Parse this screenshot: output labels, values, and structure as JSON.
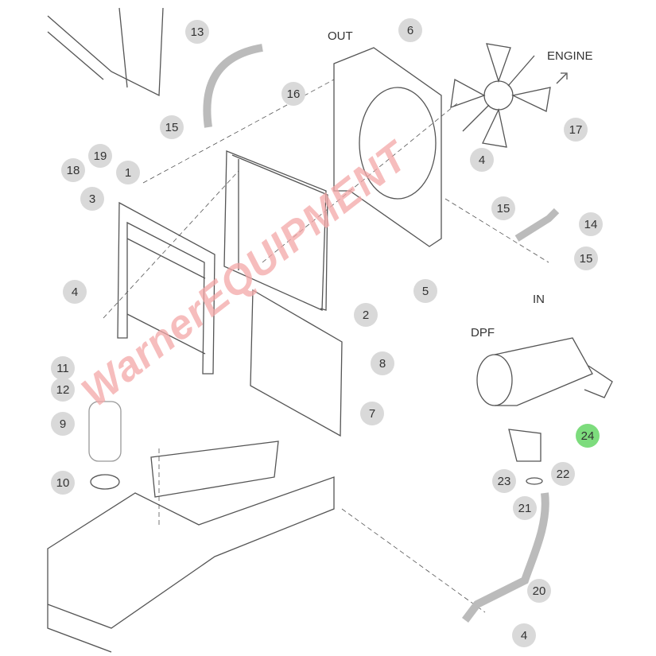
{
  "diagram": {
    "callouts": [
      {
        "id": "c13",
        "label": "13"
      },
      {
        "id": "c16",
        "label": "16"
      },
      {
        "id": "c6",
        "label": "6"
      },
      {
        "id": "c17",
        "label": "17"
      },
      {
        "id": "c4a",
        "label": "4"
      },
      {
        "id": "c15a",
        "label": "15"
      },
      {
        "id": "c19",
        "label": "19"
      },
      {
        "id": "c18",
        "label": "18"
      },
      {
        "id": "c1",
        "label": "1"
      },
      {
        "id": "c3",
        "label": "3"
      },
      {
        "id": "c15b",
        "label": "15"
      },
      {
        "id": "c14",
        "label": "14"
      },
      {
        "id": "c15c",
        "label": "15"
      },
      {
        "id": "c5",
        "label": "5"
      },
      {
        "id": "c4b",
        "label": "4"
      },
      {
        "id": "c2",
        "label": "2"
      },
      {
        "id": "c8",
        "label": "8"
      },
      {
        "id": "c11",
        "label": "11"
      },
      {
        "id": "c12",
        "label": "12"
      },
      {
        "id": "c9",
        "label": "9"
      },
      {
        "id": "c7",
        "label": "7"
      },
      {
        "id": "c24",
        "label": "24"
      },
      {
        "id": "c23",
        "label": "23"
      },
      {
        "id": "c22",
        "label": "22"
      },
      {
        "id": "c21",
        "label": "21"
      },
      {
        "id": "c10",
        "label": "10"
      },
      {
        "id": "c20",
        "label": "20"
      },
      {
        "id": "c4c",
        "label": "4"
      }
    ],
    "tags": {
      "out": "OUT",
      "engine": "ENGINE",
      "in": "IN",
      "dpf": "DPF"
    },
    "watermark": "WarnerEQUIPMENT",
    "colors": {
      "callout": "#d9d9d9",
      "highlight": "#7ddc7d",
      "watermark": "#f4a8a8"
    }
  }
}
